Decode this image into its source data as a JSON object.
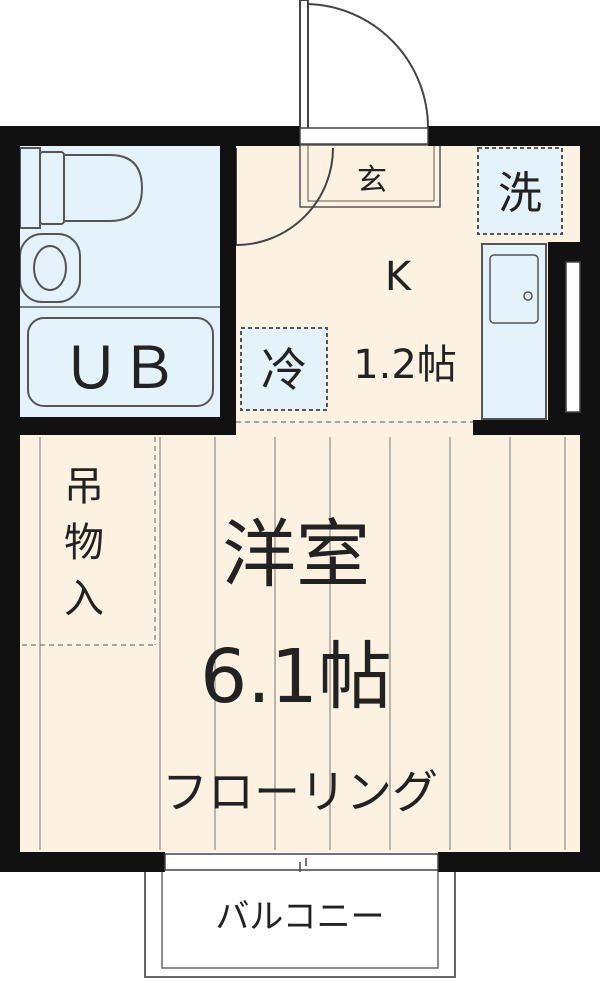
{
  "rooms": {
    "entrance": "玄",
    "kitchen_letter": "K",
    "kitchen_size": "1.2帖",
    "unit_bath": "ＵＢ",
    "western_room": "洋室",
    "western_size": "6.1帖",
    "flooring": "フローリング",
    "closet": [
      "吊",
      "物",
      "入"
    ],
    "balcony": "バルコニー"
  },
  "fixtures": {
    "washer": "洗",
    "fridge": "冷"
  },
  "colors": {
    "wall": "#111111",
    "floor": "#fdf2e2",
    "wet_area": "#e3f2fb",
    "line": "#555555"
  }
}
